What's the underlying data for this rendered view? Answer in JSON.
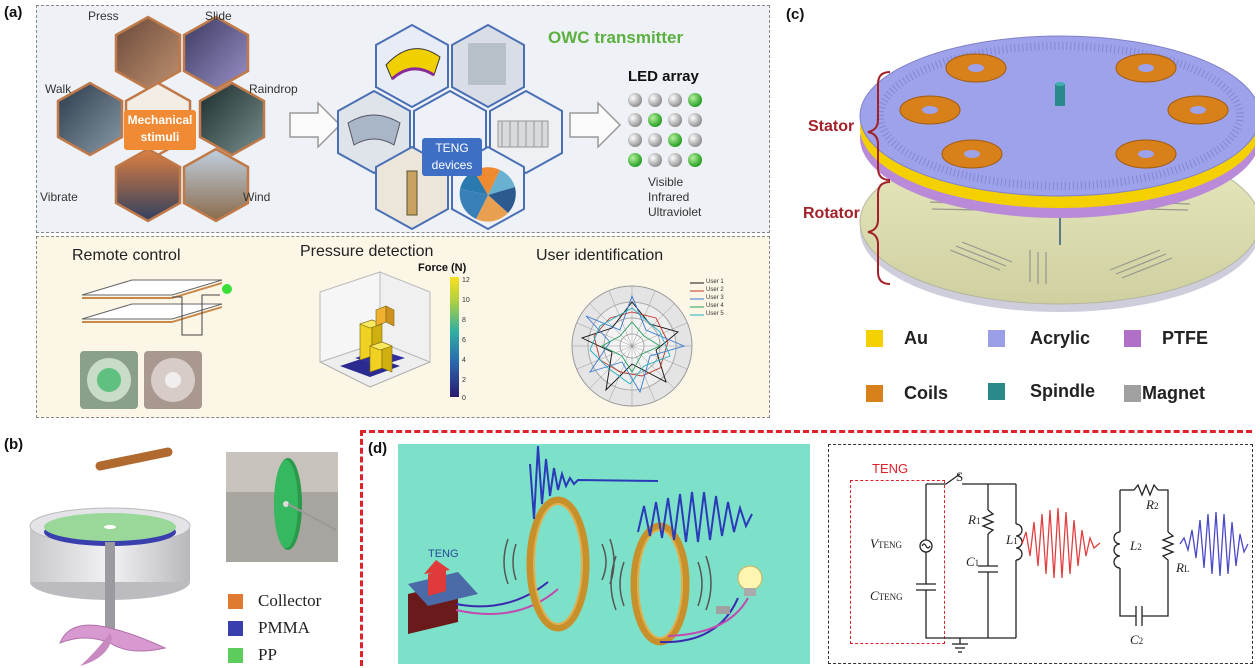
{
  "panels": {
    "a": {
      "label": "(a)",
      "stimuli_center": "Mechanical\nstimuli",
      "stimuli": [
        "Press",
        "Slide",
        "Walk",
        "Raindrop",
        "Vibrate",
        "Wind"
      ],
      "owc_title": "OWC transmitter",
      "teng_center": "TENG\ndevices",
      "led_title": "LED array",
      "led_types": [
        "Visible",
        "Infrared",
        "Ultraviolet"
      ],
      "apps": {
        "remote": "Remote  control",
        "pressure": "Pressure  detection",
        "user": "User identification",
        "force_label": "Force (N)",
        "force_ticks": [
          "12",
          "10",
          "8",
          "6",
          "4",
          "2",
          "0"
        ],
        "users": [
          "User 1",
          "User 2",
          "User 3",
          "User 4",
          "User 5"
        ]
      }
    },
    "b": {
      "label": "(b)",
      "legend": [
        "Collector",
        "PMMA",
        "PP"
      ]
    },
    "c": {
      "label": "(c)",
      "stator": "Stator",
      "rotator": "Rotator",
      "legend": [
        "Au",
        "Acrylic",
        "PTFE",
        "Coils",
        "Spindle",
        "Magnet"
      ]
    },
    "d": {
      "label": "(d)",
      "teng_tag": "TENG",
      "circuit": {
        "teng": "TENG",
        "switch": "S",
        "v": "V",
        "v_sub": "TENG",
        "c": "C",
        "c_sub": "TENG",
        "r1": "R",
        "r1_sub": "1",
        "c1": "C",
        "c1_sub": "1",
        "l1": "L",
        "l1_sub": "1",
        "l2": "L",
        "l2_sub": "2",
        "r2": "R",
        "r2_sub": "2",
        "rl": "R",
        "rl_sub": "L",
        "c2": "C",
        "c2_sub": "2"
      }
    }
  },
  "colors": {
    "hex_border": "#c07a4a",
    "teng_hex_border": "#4a6fb5",
    "mech_box": "#f08a35",
    "teng_box": "#3f6fc4",
    "owc_green": "#5cb040",
    "stator_red": "#a3222a",
    "au": "#f5d000",
    "acrylic": "#9a9ee6",
    "ptfe": "#b070c8",
    "coils": "#d8801a",
    "spindle": "#2a8a8a",
    "magnet": "#a0a0a0",
    "collector": "#e07a30",
    "pmma": "#3a3fae",
    "pp": "#5ccc5c",
    "dash_red": "#e0202a"
  }
}
